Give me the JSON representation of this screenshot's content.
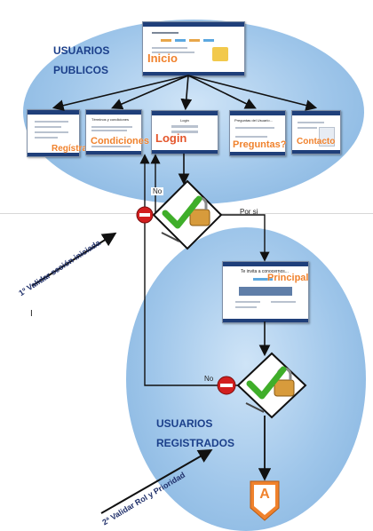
{
  "groups": {
    "public_line1": "USUARIOS",
    "public_line2": "PUBLICOS",
    "registered_line1": "USUARIOS",
    "registered_line2": "REGISTRADOS"
  },
  "pages": {
    "inicio": "Inicio",
    "registrate": "Regístrate",
    "condiciones": "Condiciones",
    "login": "Login",
    "preguntas": "Preguntas?",
    "contacto": "Contacto",
    "principal": "Principal"
  },
  "thumb_text": {
    "condiciones_title": "Términos y condiciones",
    "login_title": "Login",
    "preguntas_title": "Preguntas del Usuario...",
    "principal_title": "Te invita a conocernos..."
  },
  "edges": {
    "no_top": "No",
    "por_si": "Por si",
    "no_bottom": "No"
  },
  "annotations": {
    "step1": "1º Validar sesión iniciada",
    "step2": "2ª Validar Rol y Prioridad",
    "stray_mark": "I"
  },
  "connector": {
    "label": "A"
  },
  "colors": {
    "label_orange": "#f0822d",
    "group_blue": "#1b3f8a",
    "check_green": "#3fae2a",
    "stop_red": "#d21f1f"
  }
}
